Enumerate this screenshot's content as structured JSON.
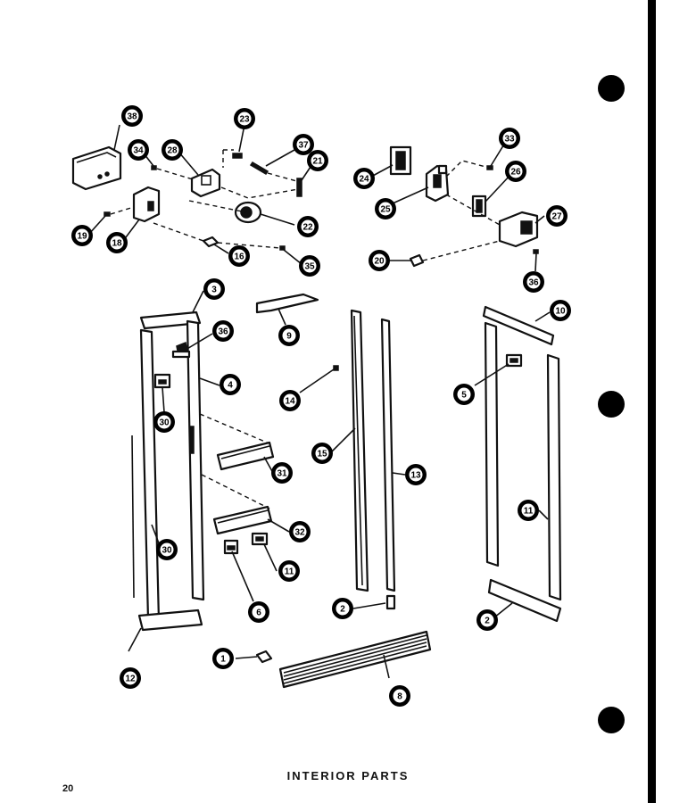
{
  "page": {
    "title": "INTERIOR PARTS",
    "page_number": "20"
  },
  "callouts": [
    "38",
    "34",
    "28",
    "23",
    "37",
    "21",
    "22",
    "19",
    "18",
    "16",
    "35",
    "24",
    "25",
    "33",
    "26",
    "27",
    "20",
    "36",
    "3",
    "9",
    "36",
    "4",
    "30",
    "14",
    "15",
    "13",
    "31",
    "32",
    "11",
    "30",
    "2",
    "12",
    "1",
    "8",
    "10",
    "5",
    "11",
    "2",
    "6"
  ]
}
